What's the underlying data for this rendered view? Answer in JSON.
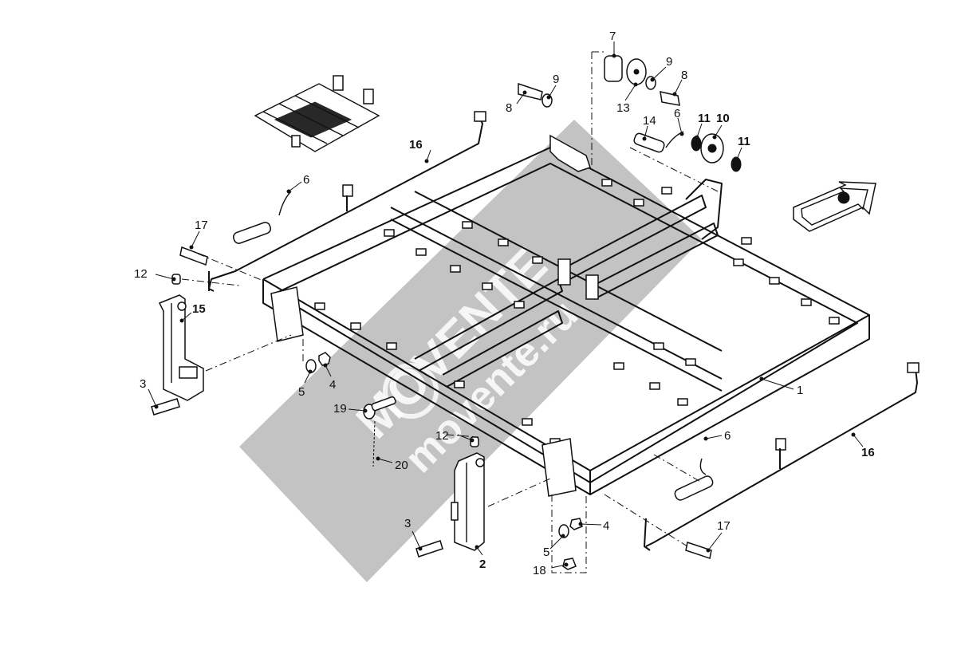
{
  "callouts": {
    "c1": "1",
    "c2": "2",
    "c3a": "3",
    "c3b": "3",
    "c4a": "4",
    "c4b": "4",
    "c5a": "5",
    "c5b": "5",
    "c6a": "6",
    "c6b": "6",
    "c6c": "6",
    "c7": "7",
    "c8a": "8",
    "c8b": "8",
    "c9a": "9",
    "c9b": "9",
    "c10": "10",
    "c11a": "11",
    "c11b": "11",
    "c12a": "12",
    "c12b": "12",
    "c13": "13",
    "c14": "14",
    "c15": "15",
    "c16a": "16",
    "c16b": "16",
    "c17a": "17",
    "c17b": "17",
    "c18": "18",
    "c19": "19",
    "c20": "20"
  },
  "watermark": {
    "brand": "MOVENTE",
    "site": "movente.ru"
  }
}
